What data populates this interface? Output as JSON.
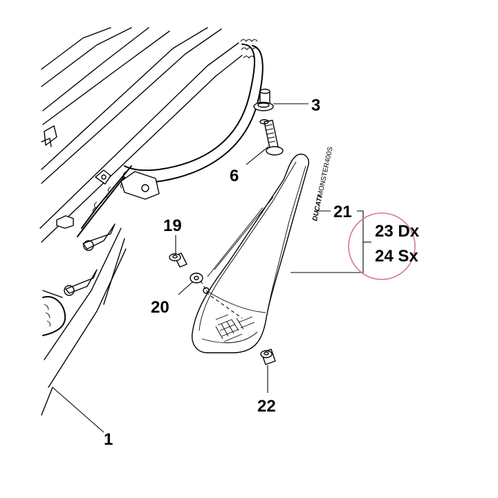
{
  "callouts": {
    "c1": "1",
    "c3": "3",
    "c6": "6",
    "c19": "19",
    "c20": "20",
    "c21": "21",
    "c22": "22",
    "c23": "23 Dx",
    "c24": "24 Sx"
  },
  "decal": {
    "brand": "DUCATI",
    "model": "MONSTER400S"
  },
  "colors": {
    "line": "#000000",
    "highlight_circle": "#d27a85"
  }
}
